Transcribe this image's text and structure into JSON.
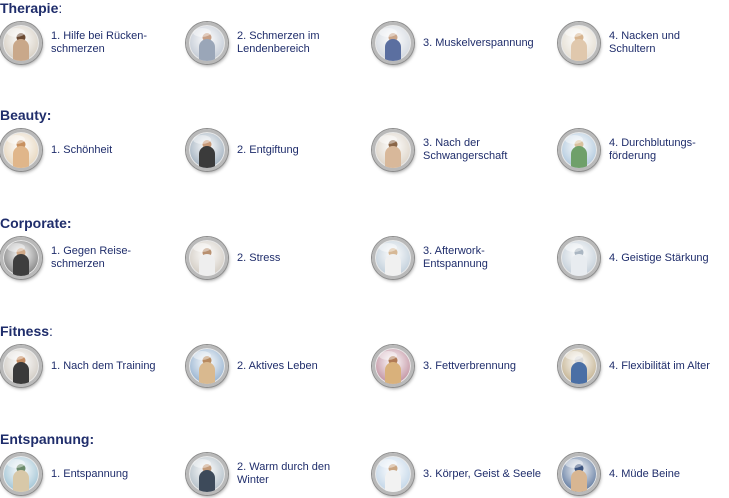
{
  "sections": [
    {
      "title": "Therapie",
      "colon": ":",
      "items": [
        {
          "label": "1. Hilfe bei Rücken-\nschmerzen",
          "bg": "#d9d2c7",
          "fig": "#c9a88a",
          "head": "#6b4a33"
        },
        {
          "label": "2. Schmerzen im\nLendenbereich",
          "bg": "#c7ced8",
          "fig": "#9aa6b8",
          "head": "#c79f85"
        },
        {
          "label": "3. Muskelverspannung",
          "bg": "#d6dbe2",
          "fig": "#5b6fa0",
          "head": "#c9a58a"
        },
        {
          "label": "4. Nacken und\nSchultern",
          "bg": "#e7e1d6",
          "fig": "#e0c8ad",
          "head": "#d7b48e"
        }
      ]
    },
    {
      "title": "Beauty",
      "colon": ":",
      "items": [
        {
          "label": "1. Schönheit",
          "bg": "#e8d9c2",
          "fig": "#e0b68a",
          "head": "#c7905f"
        },
        {
          "label": "2. Entgiftung",
          "bg": "#a9b7c4",
          "fig": "#3b3b3b",
          "head": "#c99a78"
        },
        {
          "label": "3. Nach der\nSchwangerschaft",
          "bg": "#dfd7cc",
          "fig": "#d8b89a",
          "head": "#8a6648"
        },
        {
          "label": "4. Durchblutungs-\nförderung",
          "bg": "#b7cde0",
          "fig": "#6fa06a",
          "head": "#d9c19e"
        }
      ]
    },
    {
      "title": "Corporate",
      "colon": ":",
      "items": [
        {
          "label": "1. Gegen Reise-\nschmerzen",
          "bg": "#8c8c8c",
          "fig": "#3e3e3e",
          "head": "#cfa887"
        },
        {
          "label": "2. Stress",
          "bg": "#d6d0c8",
          "fig": "#eeeeee",
          "head": "#b89070"
        },
        {
          "label": "3. Afterwork-\nEntspannung",
          "bg": "#c5d2dd",
          "fig": "#f0f0f0",
          "head": "#d6b896"
        },
        {
          "label": "4. Geistige Stärkung",
          "bg": "#c9d3dc",
          "fig": "#e8ecf0",
          "head": "#aab6c2"
        }
      ]
    },
    {
      "title": "Fitness",
      "colon": ":",
      "items": [
        {
          "label": "1. Nach dem Training",
          "bg": "#d4cfc8",
          "fig": "#3a3a3a",
          "head": "#c48c62"
        },
        {
          "label": "2. Aktives Leben",
          "bg": "#9fb9d4",
          "fig": "#d9b98f",
          "head": "#b78a60"
        },
        {
          "label": "3. Fettverbrennung",
          "bg": "#c69aa8",
          "fig": "#d9b17b",
          "head": "#b07a55"
        },
        {
          "label": "4. Flexibilität im Alter",
          "bg": "#c9b99a",
          "fig": "#4a6fa5",
          "head": "#d9d9d9"
        }
      ]
    },
    {
      "title": "Entspannung",
      "colon": ":",
      "items": [
        {
          "label": "1. Entspannung",
          "bg": "#a9c9d8",
          "fig": "#d8c8a8",
          "head": "#6a8a6a"
        },
        {
          "label": "2. Warm durch den\nWinter",
          "bg": "#b9c4cc",
          "fig": "#3d4a5a",
          "head": "#c49b7a"
        },
        {
          "label": "3. Körper, Geist & Seele",
          "bg": "#c7d9ea",
          "fig": "#f2f2f2",
          "head": "#c9a582"
        },
        {
          "label": "4. Müde Beine",
          "bg": "#6f86a8",
          "fig": "#d8b692",
          "head": "#3d5580"
        }
      ]
    }
  ]
}
